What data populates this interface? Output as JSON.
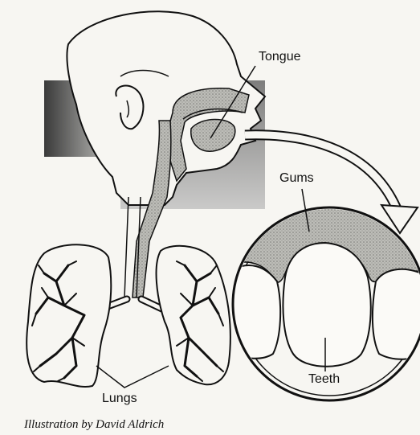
{
  "labels": {
    "tongue": "Tongue",
    "gums": "Gums",
    "lungs": "Lungs",
    "teeth": "Teeth"
  },
  "credit": "Illustration by David Aldrich",
  "colors": {
    "ink": "#111111",
    "shade": "#8a8a8a",
    "paper": "#f7f6f2"
  }
}
